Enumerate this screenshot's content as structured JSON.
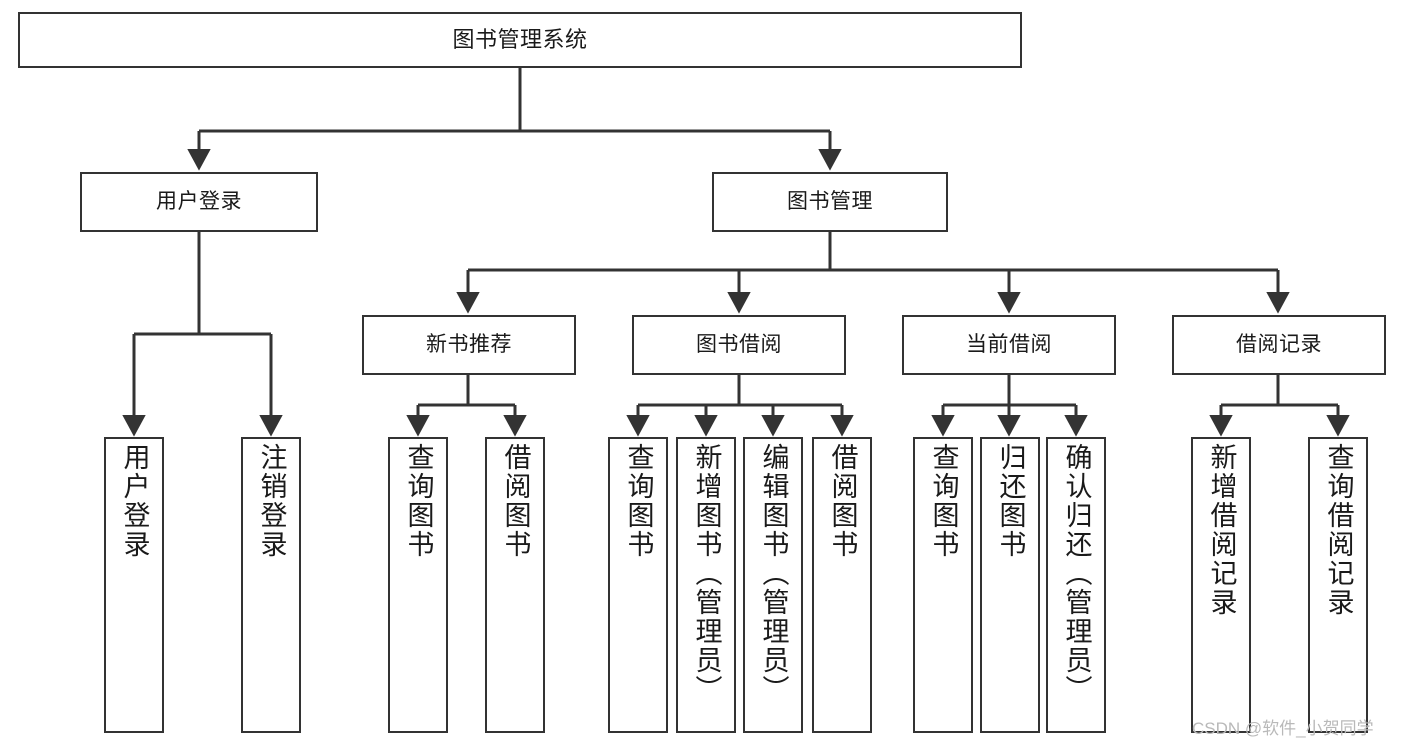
{
  "diagram": {
    "title": "图书管理系统",
    "type": "功能结构图",
    "colors": {
      "border": "#333333",
      "background": "#ffffff",
      "text": "#1a1a1a",
      "edge": "#333333",
      "watermark": "#b9b9b9"
    },
    "watermark": "CSDN @软件_小贺同学",
    "nodes": {
      "root": {
        "label": "图书管理系统"
      },
      "level1": [
        {
          "id": "user-login",
          "label": "用户登录"
        },
        {
          "id": "book-manage",
          "label": "图书管理"
        }
      ],
      "level2": [
        {
          "id": "new-book-rec",
          "label": "新书推荐"
        },
        {
          "id": "book-borrow",
          "label": "图书借阅"
        },
        {
          "id": "current-borrow",
          "label": "当前借阅"
        },
        {
          "id": "borrow-record",
          "label": "借阅记录"
        }
      ],
      "leaves": {
        "user_login": [
          {
            "id": "leaf-user-login",
            "label": "用户登录"
          },
          {
            "id": "leaf-logout-login",
            "label": "注销登录"
          }
        ],
        "new_book_rec": [
          {
            "id": "leaf-query-book-1",
            "label": "查询图书"
          },
          {
            "id": "leaf-borrow-book-1",
            "label": "借阅图书"
          }
        ],
        "book_borrow": [
          {
            "id": "leaf-query-book-2",
            "label": "查询图书"
          },
          {
            "id": "leaf-add-book",
            "label": "新增图书（管理员）"
          },
          {
            "id": "leaf-edit-book",
            "label": "编辑图书（管理员）"
          },
          {
            "id": "leaf-borrow-book-2",
            "label": "借阅图书"
          }
        ],
        "current_borrow": [
          {
            "id": "leaf-query-book-3",
            "label": "查询图书"
          },
          {
            "id": "leaf-return-book",
            "label": "归还图书"
          },
          {
            "id": "leaf-confirm-return",
            "label": "确认归还（管理员）"
          }
        ],
        "borrow_record": [
          {
            "id": "leaf-add-record",
            "label": "新增借阅记录"
          },
          {
            "id": "leaf-query-record",
            "label": "查询借阅记录"
          }
        ]
      }
    }
  }
}
